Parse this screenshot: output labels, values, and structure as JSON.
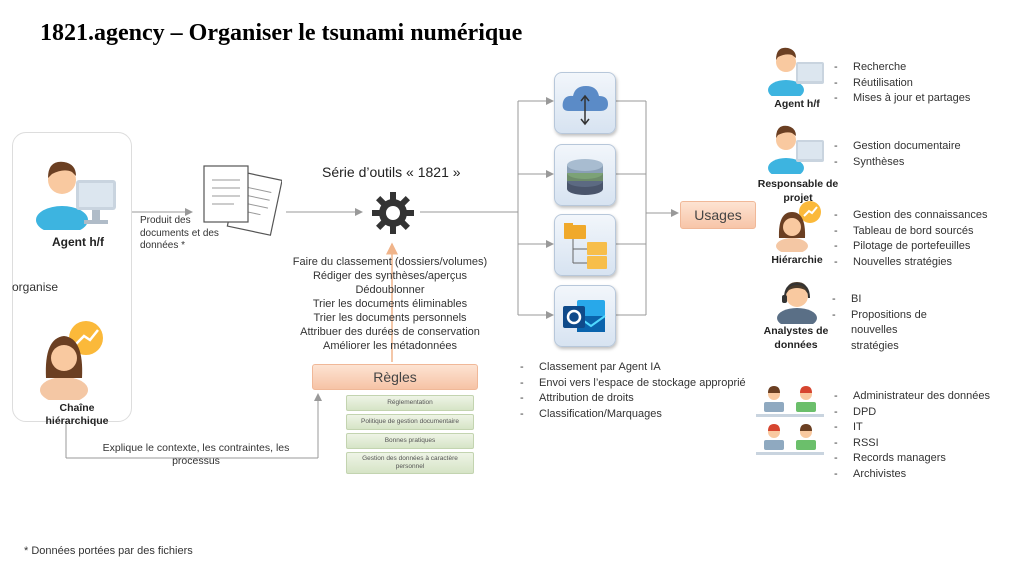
{
  "title": "1821.agency – Organiser le tsunami numérique",
  "left": {
    "agent_label": "Agent h/f",
    "organise_label": "organise",
    "chain_label": "Chaîne hiérarchique",
    "documents_label": "Produit des documents et des données *"
  },
  "tools": {
    "title": "Série d’outils « 1821 »",
    "actions": [
      "Faire du classement (dossiers/volumes)",
      "Rédiger des synthèses/aperçus",
      "Dédoublonner",
      "Trier les documents éliminables",
      "Trier les documents personnels",
      "Attribuer des durées de conservation",
      "Améliorer les métadonnées"
    ],
    "icons": [
      "cloud-sync-icon",
      "database-icon",
      "folder-tree-icon",
      "outlook-icon"
    ],
    "functions": [
      "Classement par Agent IA",
      "Envoi vers l’espace de stockage approprié",
      "Attribution de droits",
      "Classification/Marquages"
    ]
  },
  "rules": {
    "label": "Règles",
    "items": [
      "Réglementation",
      "Politique de gestion documentaire",
      "Bonnes pratiques",
      "Gestion des données à caractère personnel"
    ],
    "context_note": "Explique le contexte, les contraintes, les processus"
  },
  "usages": {
    "label": "Usages",
    "profiles": [
      {
        "name": "Agent h/f",
        "items": [
          "Recherche",
          "Réutilisation",
          "Mises à jour et partages"
        ]
      },
      {
        "name": "Responsable de projet",
        "items": [
          "Gestion documentaire",
          "Synthèses"
        ]
      },
      {
        "name": "Hiérarchie",
        "items": [
          "Gestion des connaissances",
          "Tableau de bord sourcés",
          "Pilotage de portefeuilles",
          "Nouvelles stratégies"
        ]
      },
      {
        "name": "Analystes de données",
        "items": [
          "BI",
          "Propositions de nouvelles stratégies"
        ]
      },
      {
        "name": "",
        "items": [
          "Administrateur des données",
          "DPD",
          "IT",
          "RSSI",
          "Records managers",
          "Archivistes"
        ]
      }
    ]
  },
  "footnote": "* Données portées par des fichiers",
  "colors": {
    "accent_orange": "#f7c5a8",
    "rule_green": "#d6e4c6",
    "tile_blue": "#d7e3f1",
    "person_skin": "#f9c9a0",
    "person_shirt": "#3db4e0"
  }
}
